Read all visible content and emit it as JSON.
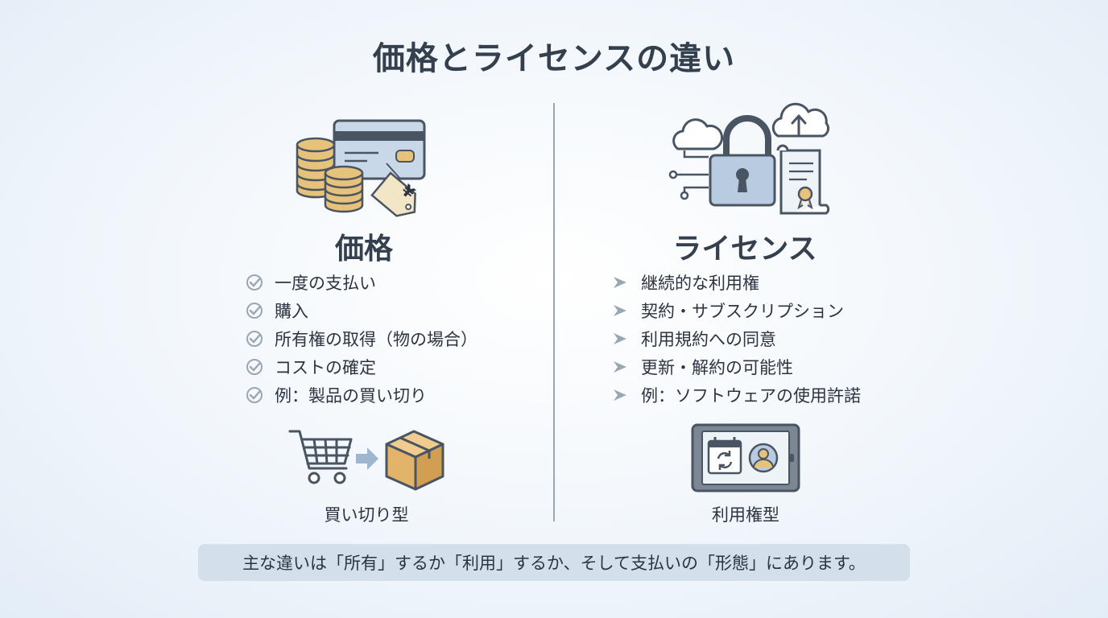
{
  "title": "価格とライセンスの違い",
  "price": {
    "heading": "価格",
    "items": [
      "一度の支払い",
      "購入",
      "所有権の取得（物の場合）",
      "コストの確定",
      "例：製品の買い切り"
    ],
    "tag_symbol": "¥",
    "caption": "買い切り型",
    "bullet_icon": "check-circle-icon"
  },
  "license": {
    "heading": "ライセンス",
    "items": [
      "継続的な利用権",
      "契約・サブスクリプション",
      "利用規約への同意",
      "更新・解約の可能性",
      "例：ソフトウェアの使用許諾"
    ],
    "caption": "利用権型",
    "bullet_icon": "arrow-right-icon"
  },
  "summary": "主な違いは「所有」するか「利用」するか、そして支払いの「形態」にあります。",
  "colors": {
    "heading": "#34404e",
    "accent_gold": "#e6c27a",
    "accent_blue": "#b8cbe0",
    "bullet": "#9aa6b2",
    "banner": "#d3dfea"
  }
}
